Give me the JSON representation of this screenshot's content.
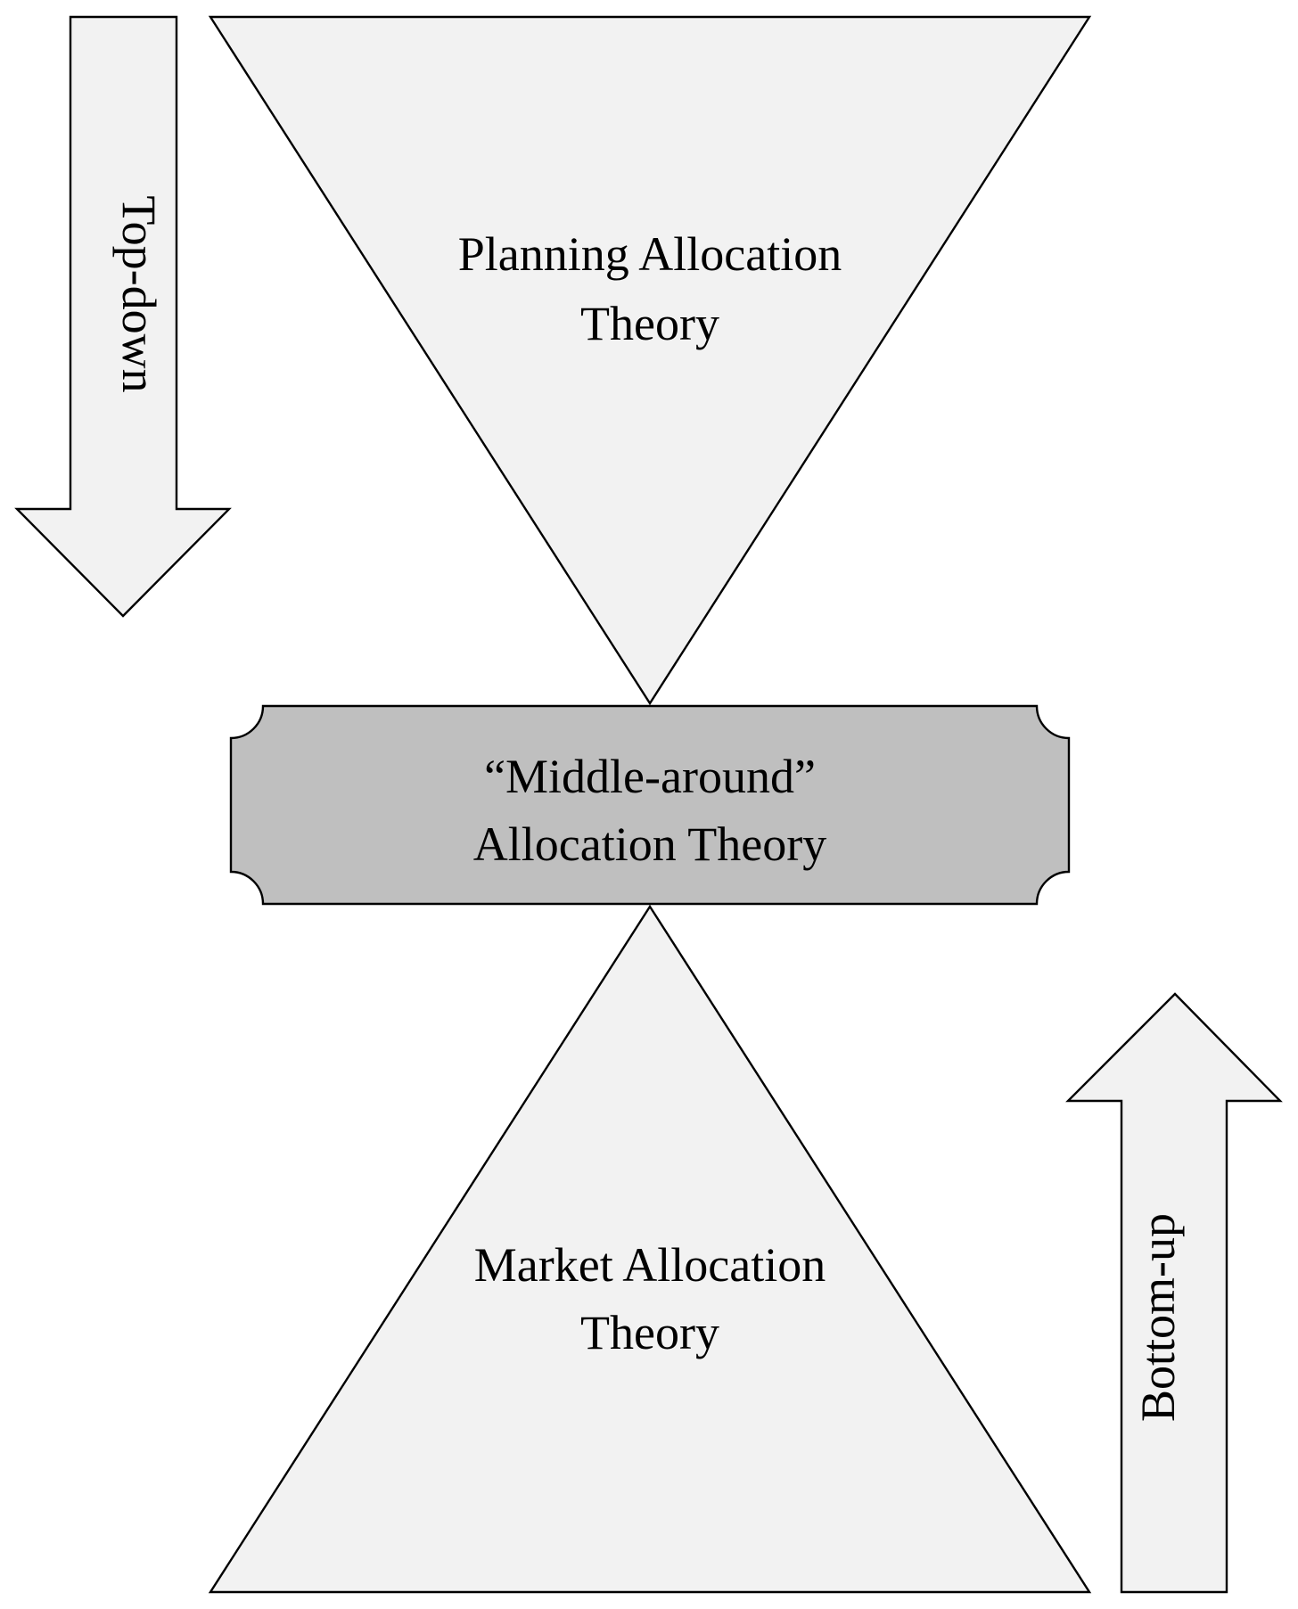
{
  "diagram": {
    "top_shape": {
      "line1": "Planning Allocation",
      "line2": "Theory"
    },
    "middle_shape": {
      "line1": "“Middle-around”",
      "line2": "Allocation Theory"
    },
    "bottom_shape": {
      "line1": "Market Allocation",
      "line2": "Theory"
    },
    "left_arrow": {
      "label": "Top-down",
      "direction": "down"
    },
    "right_arrow": {
      "label": "Bottom-up",
      "direction": "up"
    },
    "colors": {
      "light_fill": "#f2f2f2",
      "middle_fill": "#bfbfbf",
      "stroke": "#000000"
    }
  }
}
